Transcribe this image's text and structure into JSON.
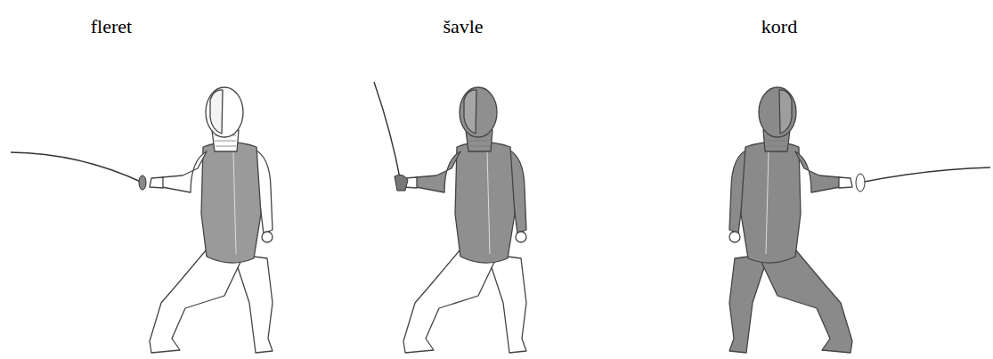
{
  "diagram": {
    "labels": [
      "fleret",
      "šavle",
      "kord"
    ]
  }
}
